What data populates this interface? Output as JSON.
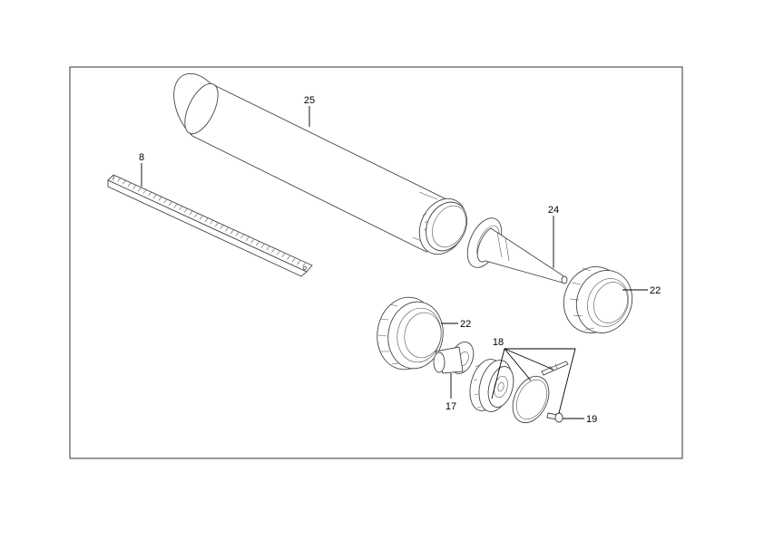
{
  "labels": {
    "part_8": "8",
    "part_25": "25",
    "part_24": "24",
    "part_22_right": "22",
    "part_22_left": "22",
    "part_18": "18",
    "part_17": "17",
    "part_19": "19"
  },
  "colors": {
    "line": "#444444",
    "frame": "#555555",
    "background": "#ffffff"
  }
}
